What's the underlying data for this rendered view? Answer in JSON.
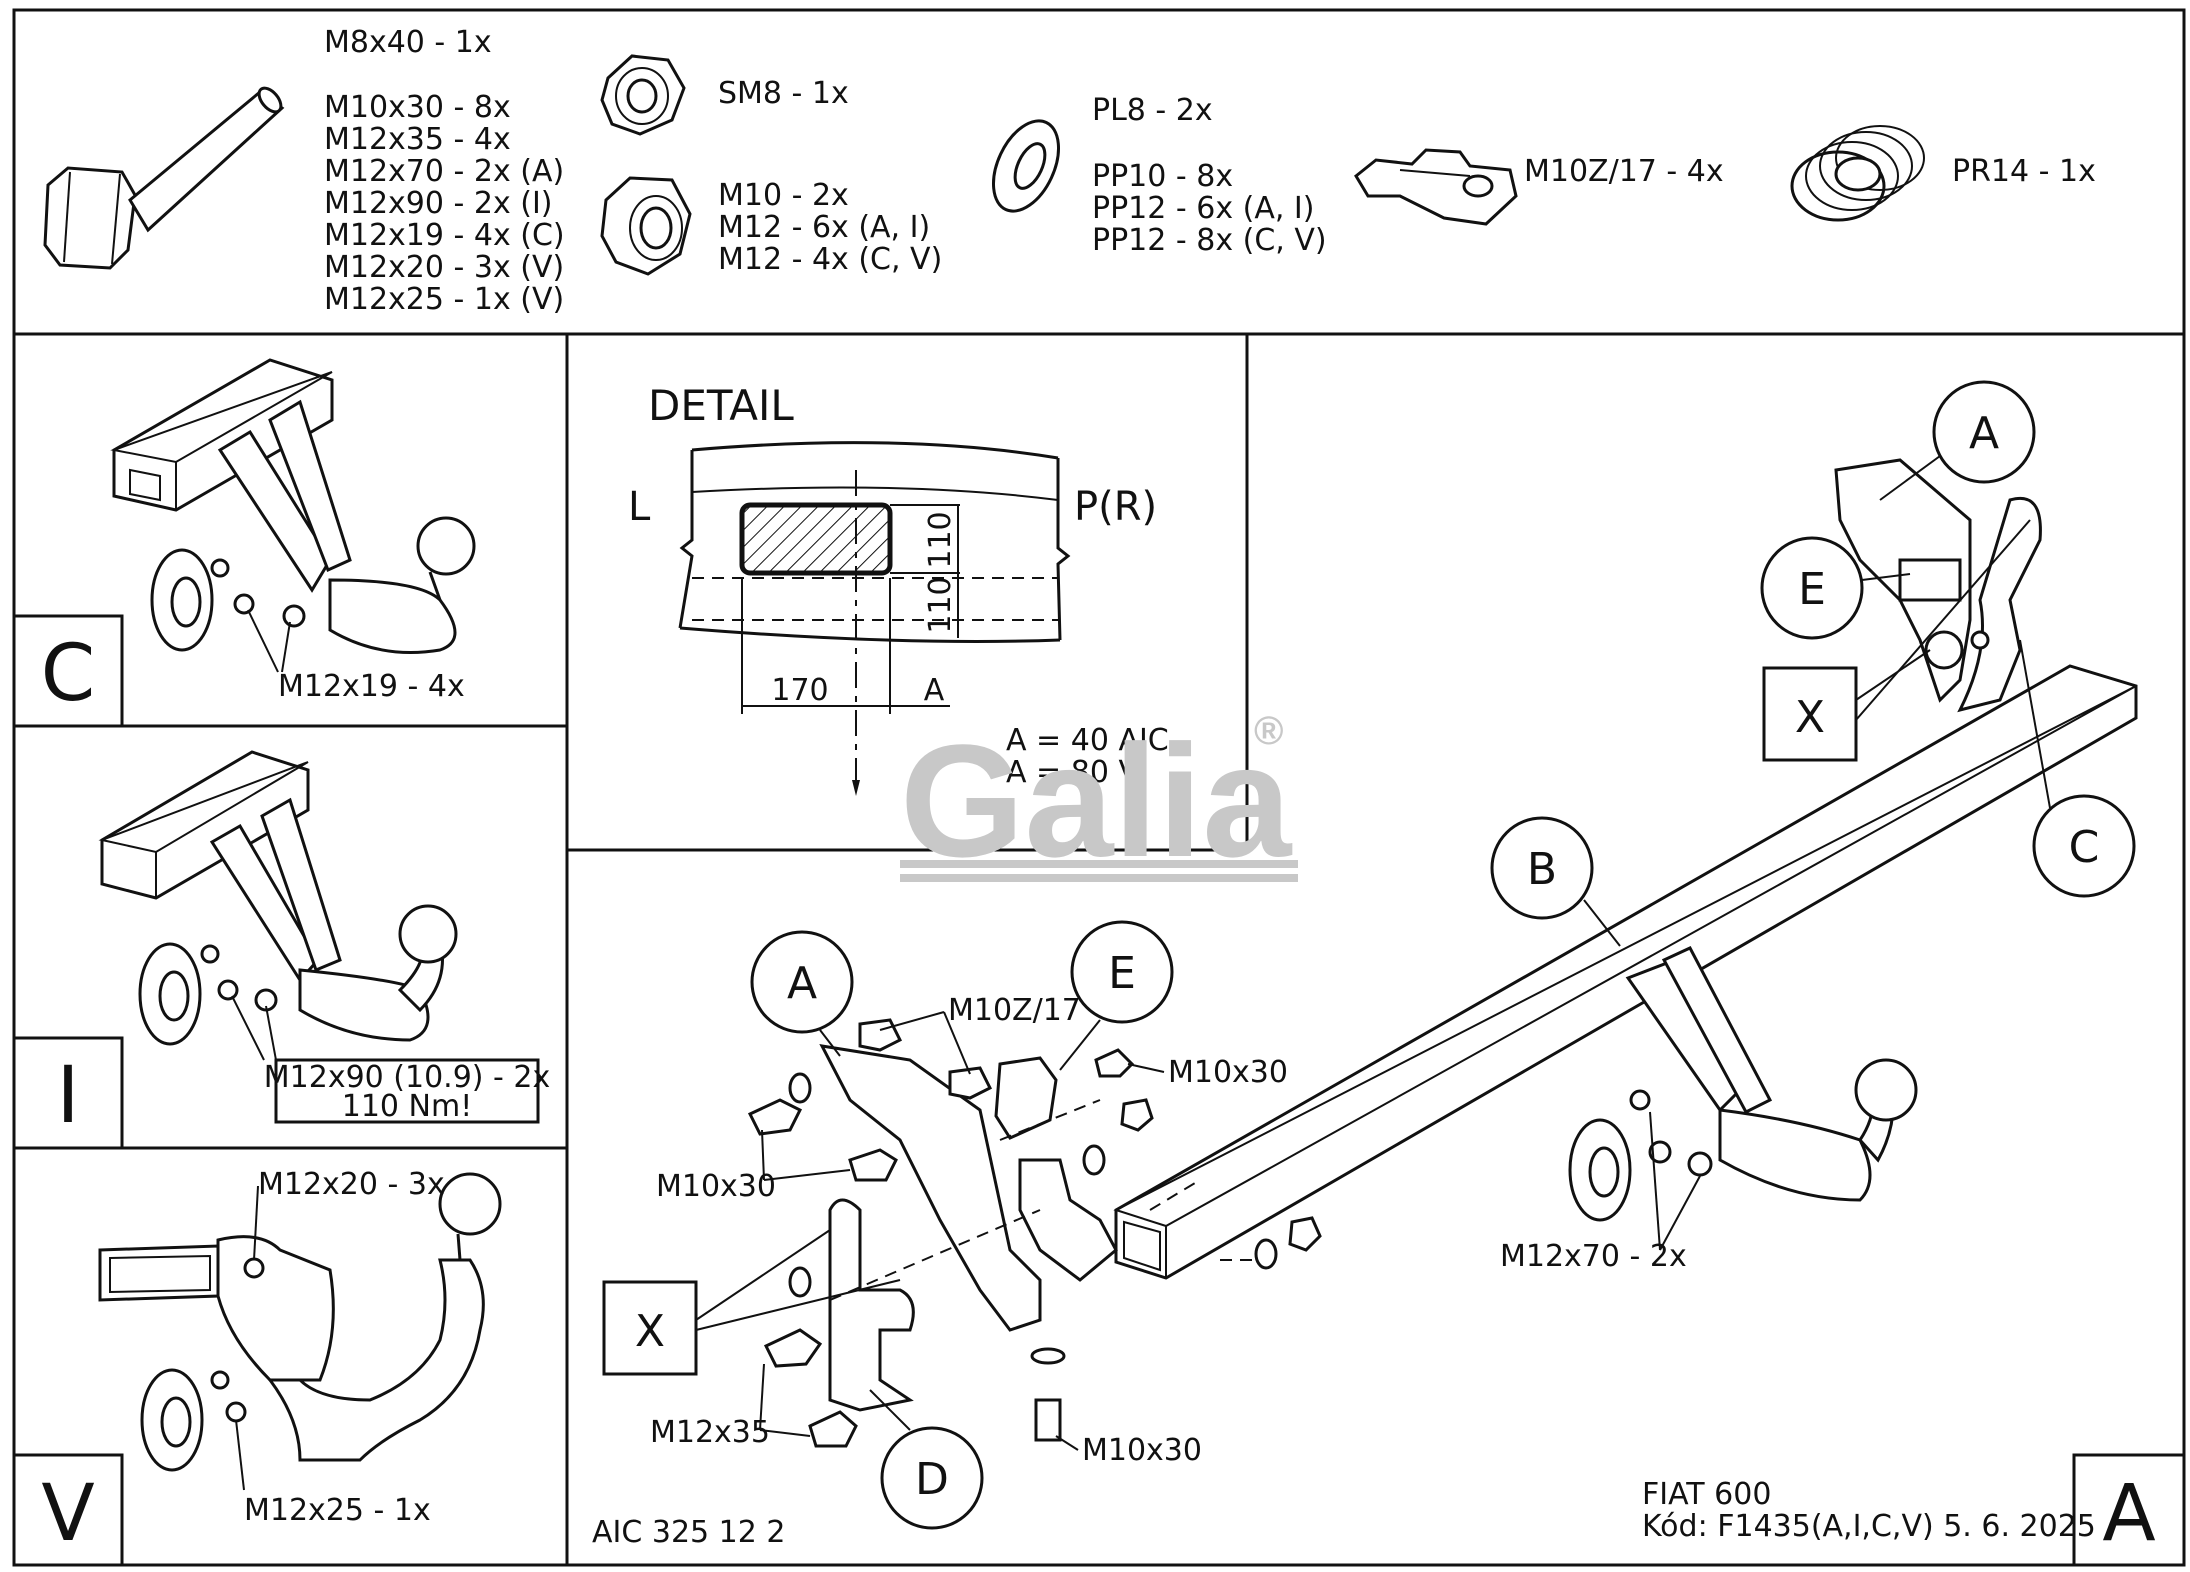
{
  "hardware": {
    "bolts": [
      "M8x40 - 1x",
      "M10x30 - 8x",
      "M12x35 - 4x",
      "M12x70 - 2x (A)",
      "M12x90 - 2x (I)",
      "M12x19 - 4x (C)",
      "M12x20 - 3x (V)",
      "M12x25 - 1x (V)"
    ],
    "self_lock_nut": "SM8 - 1x",
    "nuts": [
      "M10 - 2x",
      "M12 - 6x (A, I)",
      "M12 - 4x (C, V)"
    ],
    "washers": [
      "PL8 - 2x",
      "PP10 - 8x",
      "PP12 - 6x (A, I)",
      "PP12 - 8x (C, V)"
    ],
    "cage_nut": "M10Z/17 - 4x",
    "spring": "PR14 - 1x"
  },
  "variants": [
    {
      "letter": "C",
      "label": "M12x19 - 4x"
    },
    {
      "letter": "I",
      "label": "M12x90 (10.9) - 2x",
      "label2": "110 Nm!"
    },
    {
      "letter": "V",
      "label": "M12x20 - 3x",
      "label2": "M12x25 - 1x"
    }
  ],
  "detail": {
    "title": "DETAIL",
    "left": "L",
    "right": "P(R)",
    "dim_v1": "110",
    "dim_v2": "110",
    "dim_h1": "170",
    "dim_h2": "A",
    "a1": "A = 40 AIC",
    "a2": "A = 80 V"
  },
  "logo": {
    "text": "Galia",
    "reg": "®"
  },
  "main": {
    "callouts": [
      "A",
      "E",
      "X",
      "C",
      "B",
      "A",
      "E",
      "X",
      "D"
    ],
    "labels": {
      "m10z17": "M10Z/17",
      "m10x30_right": "M10x30",
      "m10x30_left": "M10x30",
      "m12x35": "M12x35",
      "m10x30_bottom": "M10x30",
      "m12x70": "M12x70 - 2x"
    }
  },
  "footer": {
    "code": "AIC 325 12 2",
    "car": "FIAT 600",
    "kod": "Kód: F1435(A,I,C,V)   5. 6. 2025",
    "sheet_letter": "A"
  }
}
